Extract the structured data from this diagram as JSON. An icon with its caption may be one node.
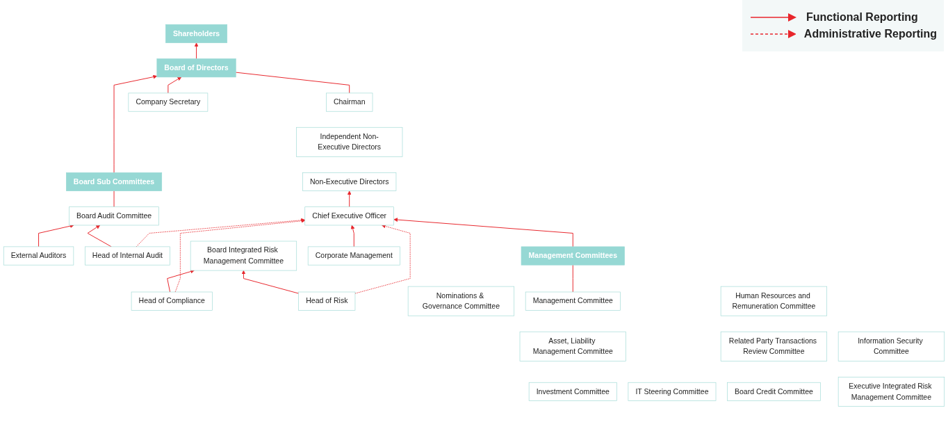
{
  "diagram": {
    "nodes": [
      {
        "text": [
          "Shareholders"
        ]
      },
      {
        "text": [
          "Board of Directors"
        ]
      },
      {
        "text": [
          "Board Sub Committees"
        ]
      },
      {
        "text": [
          "External Auditors"
        ]
      },
      {
        "text": [
          "Chairman"
        ]
      },
      {
        "text": [
          "Board Audit Committee"
        ]
      },
      {
        "text": [
          "Head of Internal Audit"
        ]
      },
      {
        "text": [
          "Independent Non-Executive Directors"
        ]
      },
      {
        "text": [
          "Board Integrated Risk Management Committee"
        ]
      },
      {
        "text": [
          "Head of Compliance"
        ]
      },
      {
        "text": [
          "Non-Executive Directors"
        ]
      },
      {
        "text": [
          "Head of Risk"
        ]
      },
      {
        "text": [
          "Nominations & Governance Committee"
        ]
      },
      {
        "text": [
          "Company Secretary"
        ]
      },
      {
        "text": [
          "Human Resources and Remuneration Committee"
        ]
      },
      {
        "text": [
          "Chief Executive Officer"
        ]
      },
      {
        "text": [
          "Related Party Transactions Review Committee"
        ]
      },
      {
        "text": [
          "Management Committees"
        ]
      },
      {
        "text": [
          "Corporate Management"
        ]
      },
      {
        "text": [
          "Board Credit Committee"
        ]
      },
      {
        "text": [
          "Management Committee"
        ]
      },
      {
        "text": [
          "IT Steering Committee"
        ]
      },
      {
        "text": [
          "Asset, Liability Management Committee"
        ]
      },
      {
        "text": [
          "Investment Committee"
        ]
      },
      {
        "text": [
          "Information Security Committee"
        ]
      },
      {
        "text": [
          "Executive Integrated Risk Management Committee"
        ]
      }
    ],
    "edges": [
      {
        "from": 1,
        "to": 0,
        "arrow": "to"
      },
      {
        "from": 2,
        "to": 1,
        "arrow": "to"
      },
      {
        "from": 13,
        "to": 1,
        "arrow": "to"
      },
      {
        "from": 1,
        "to": 4,
        "arrow": "none"
      },
      {
        "from": 15,
        "to": 10,
        "arrow": "to"
      },
      {
        "from": 17,
        "to": 15,
        "arrow": "to"
      },
      {
        "from": 18,
        "to": 15,
        "arrow": "to"
      },
      {
        "from": 2,
        "to": 5,
        "arrow": "none"
      },
      {
        "from": 3,
        "to": 5,
        "arrow": "to"
      },
      {
        "from": 6,
        "to": 5,
        "arrow": "to"
      },
      {
        "from": 9,
        "to": 8,
        "arrow": "to"
      },
      {
        "from": 11,
        "to": 8,
        "arrow": "to"
      },
      {
        "from": 6,
        "to": 15,
        "arrow": "to",
        "style": "dashed"
      },
      {
        "from": 9,
        "to": 15,
        "arrow": "to",
        "style": "dashed"
      },
      {
        "from": 11,
        "to": 15,
        "arrow": "to",
        "style": "dashed"
      },
      {
        "from": 17,
        "to": 20,
        "arrow": "none"
      }
    ],
    "legend": [
      {
        "text": "Functional Reporting"
      },
      {
        "text": "Administrative Reporting"
      }
    ]
  }
}
